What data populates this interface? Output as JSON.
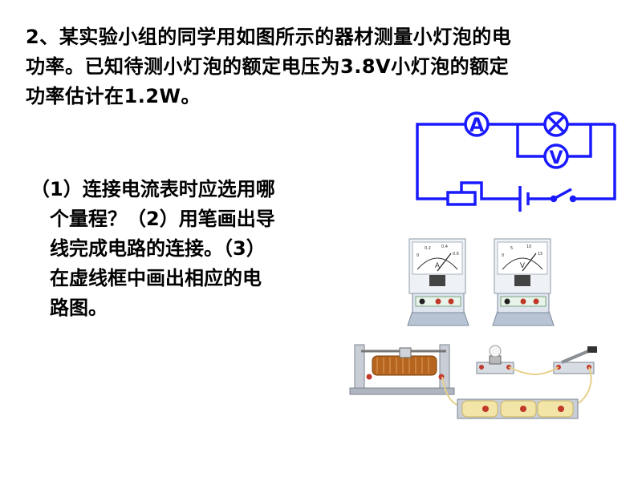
{
  "problem": {
    "lines": [
      "2、某实验小组的同学用如图所示的器材测量小灯泡的电",
      "功率。已知待测小灯泡的额定电压为3.8V小灯泡的额定",
      "功率估计在1.2W。"
    ]
  },
  "questions": {
    "lines": [
      "（1）连接电流表时应选用哪",
      "个量程？（2）用笔画出导",
      "线完成电路的连接。（3）",
      "在虚线框中画出相应的电",
      "路图。"
    ]
  },
  "circuit": {
    "ammeter_symbol": "A",
    "voltmeter_symbol": "V",
    "wire_color": "#1a1aff"
  },
  "meters": {
    "ammeter_unit": "A",
    "voltmeter_unit": "V",
    "ammeter_scale": [
      "0",
      "0.2",
      "0.4",
      "0.6"
    ],
    "voltmeter_scale": [
      "0",
      "5",
      "10",
      "15"
    ]
  }
}
